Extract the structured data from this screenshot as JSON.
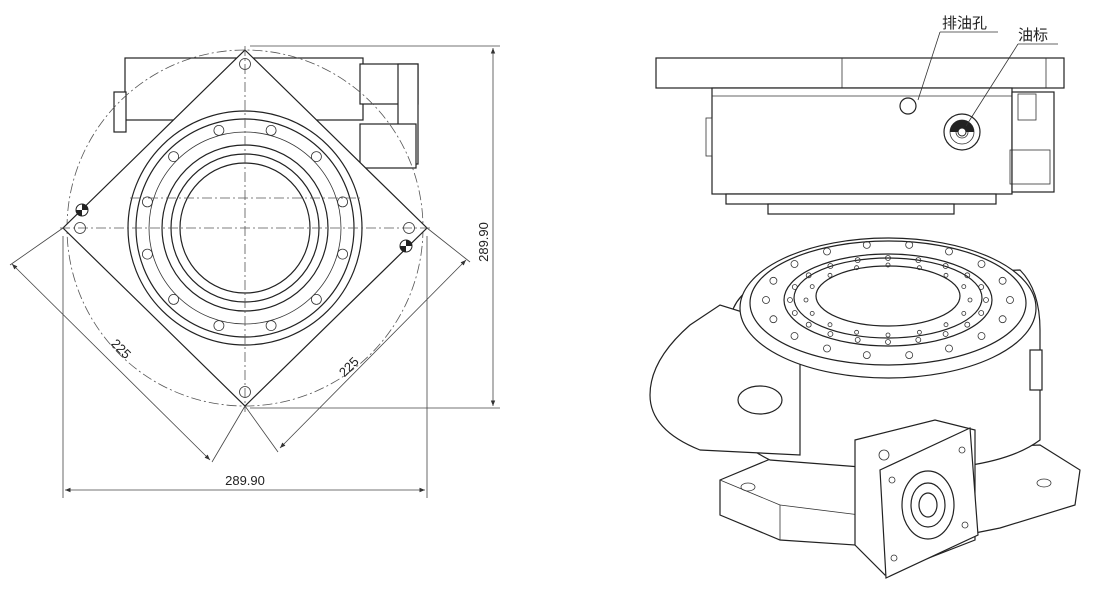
{
  "top_view": {
    "dim_width": "289.90",
    "dim_height": "289.90",
    "dim_diag_left": "225",
    "dim_diag_right": "225"
  },
  "side_view": {
    "callout_drain": "排油孔",
    "callout_oil_gauge": "油标"
  }
}
